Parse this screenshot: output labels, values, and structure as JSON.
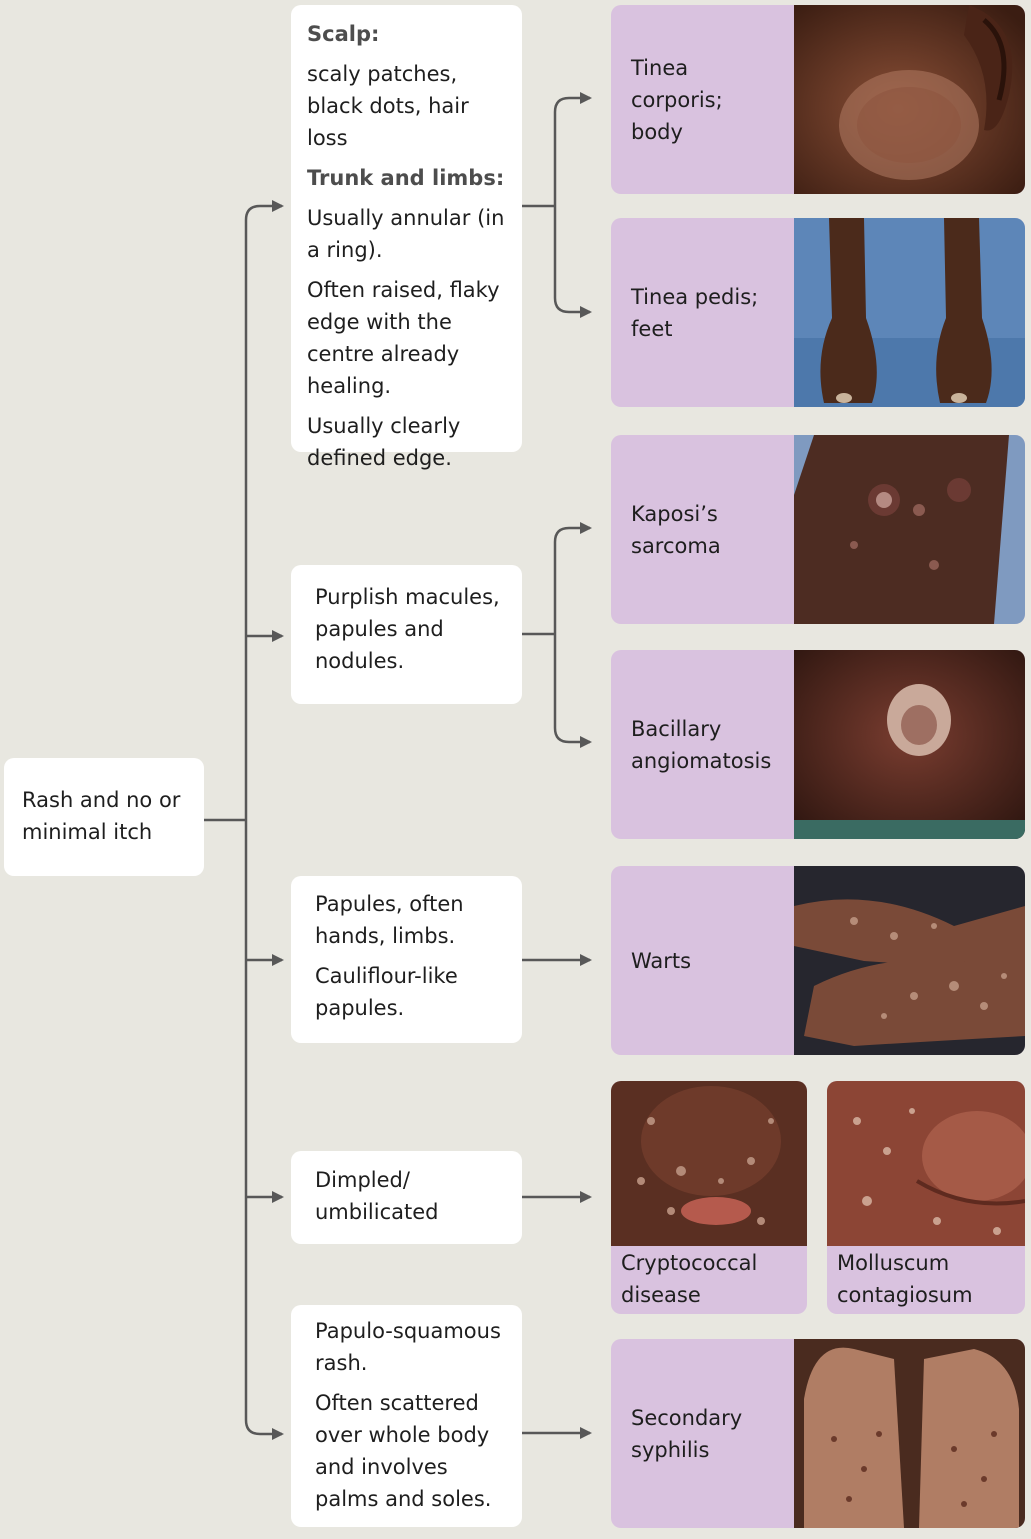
{
  "root": {
    "label": "Rash and no or\nminimal itch"
  },
  "features": {
    "fungal": {
      "scalp_heading": "Scalp:",
      "scalp_text": "scaly patches, black dots, hair loss",
      "trunk_heading": "Trunk and limbs:",
      "p1": "Usually annular (in a ring).",
      "p2": "Often raised, flaky edge with the centre already healing.",
      "p3": "Usually clearly defined edge."
    },
    "purplish": {
      "p1": "Purplish macules, papules and nodules."
    },
    "papules": {
      "p1": "Papules, often hands, limbs.",
      "p2": "Cauliflour-like papules."
    },
    "dimpled": {
      "p1": "Dimpled/ umbilicated"
    },
    "squamous": {
      "p1": "Papulo-squamous rash.",
      "p2": "Often scattered over whole body and involves palms and soles."
    }
  },
  "diagnoses": {
    "tinea_corporis": "Tinea\ncorporis;\nbody",
    "tinea_pedis": "Tinea pedis;\nfeet",
    "kaposi": "Kaposi’s\nsarcoma",
    "bacillary": "Bacillary\nangiomatosis",
    "warts": "Warts",
    "cryptococcal": "Cryptococcal\ndisease",
    "molluscum": "Molluscum\ncontagiosum",
    "syphilis": "Secondary\nsyphilis"
  },
  "colors": {
    "background": "#e8e7e0",
    "box": "#ffffff",
    "diagnosis_card": "#d9c2df",
    "connector": "#585858"
  }
}
